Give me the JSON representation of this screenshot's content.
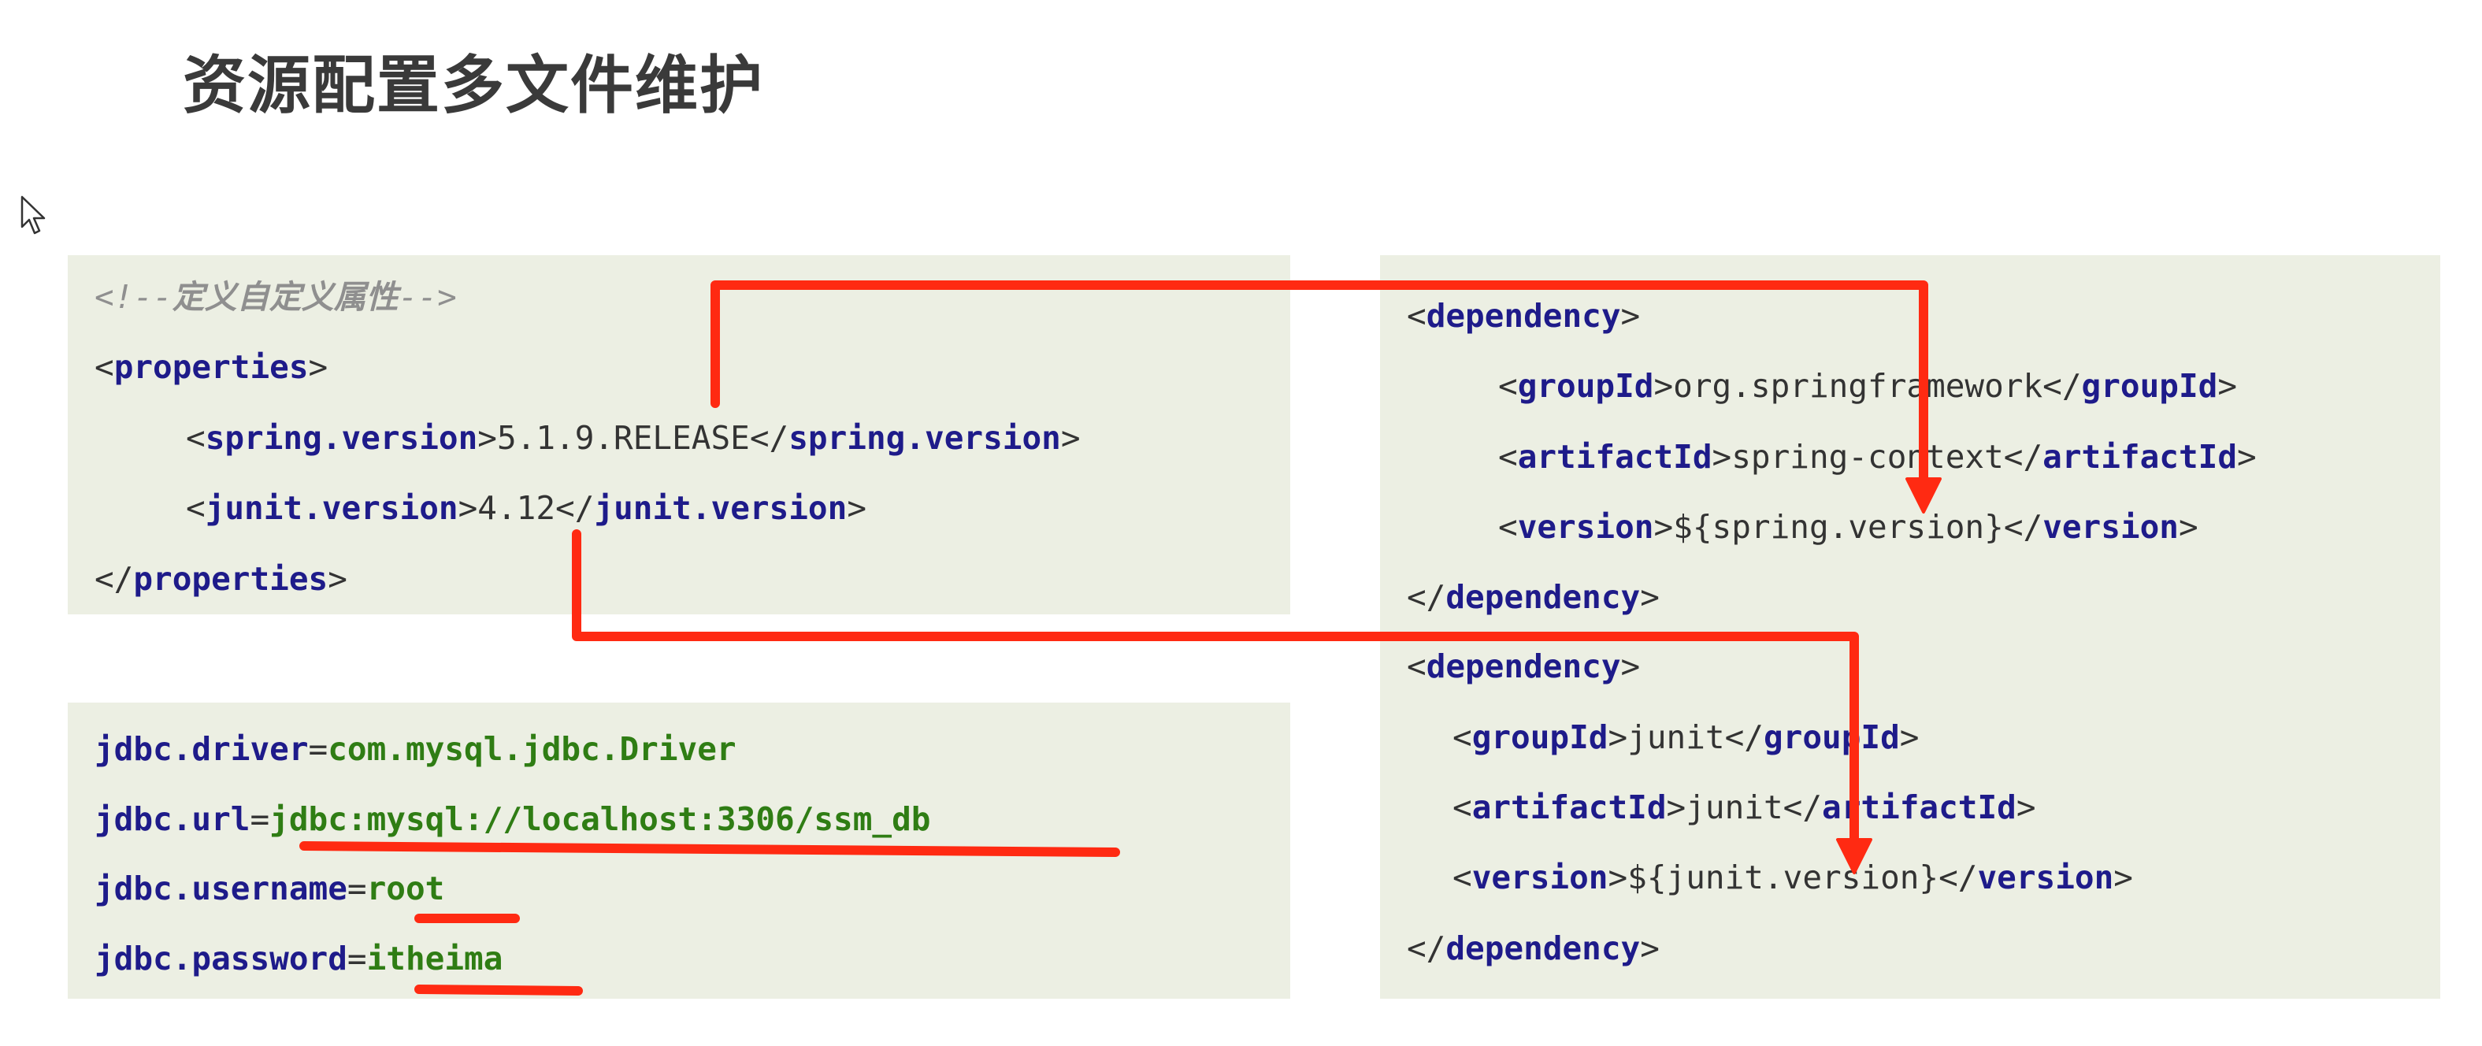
{
  "page": {
    "title": "资源配置多文件维护"
  },
  "properties_block": {
    "comment_open": "<!--",
    "comment_text": "定义自定义属性",
    "comment_close": "-->",
    "lt": "<",
    "gt": ">",
    "close_lt": "</",
    "root_tag": "properties",
    "spring_tag": "spring.version",
    "spring_value": "5.1.9.RELEASE",
    "junit_tag": "junit.version",
    "junit_value": "4.12"
  },
  "jdbc_block": {
    "eq": "=",
    "driver_key": "jdbc.driver",
    "driver_value": "com.mysql.jdbc.Driver",
    "url_key": "jdbc.url",
    "url_value": "jdbc:mysql://localhost:3306/ssm_db",
    "username_key": "jdbc.username",
    "username_value": "root",
    "password_key": "jdbc.password",
    "password_value": "itheima"
  },
  "dependency_block": {
    "lt": "<",
    "gt": ">",
    "close_lt": "</",
    "dependency_tag": "dependency",
    "group_tag": "groupId",
    "artifact_tag": "artifactId",
    "version_tag": "version",
    "spring_group": "org.springframework",
    "spring_artifact": "spring-context",
    "spring_version_ref": "${spring.version}",
    "junit_group": "junit",
    "junit_artifact": "junit",
    "junit_version_ref": "${junit.version}"
  },
  "annotations": {
    "color": "#ff2a12"
  }
}
